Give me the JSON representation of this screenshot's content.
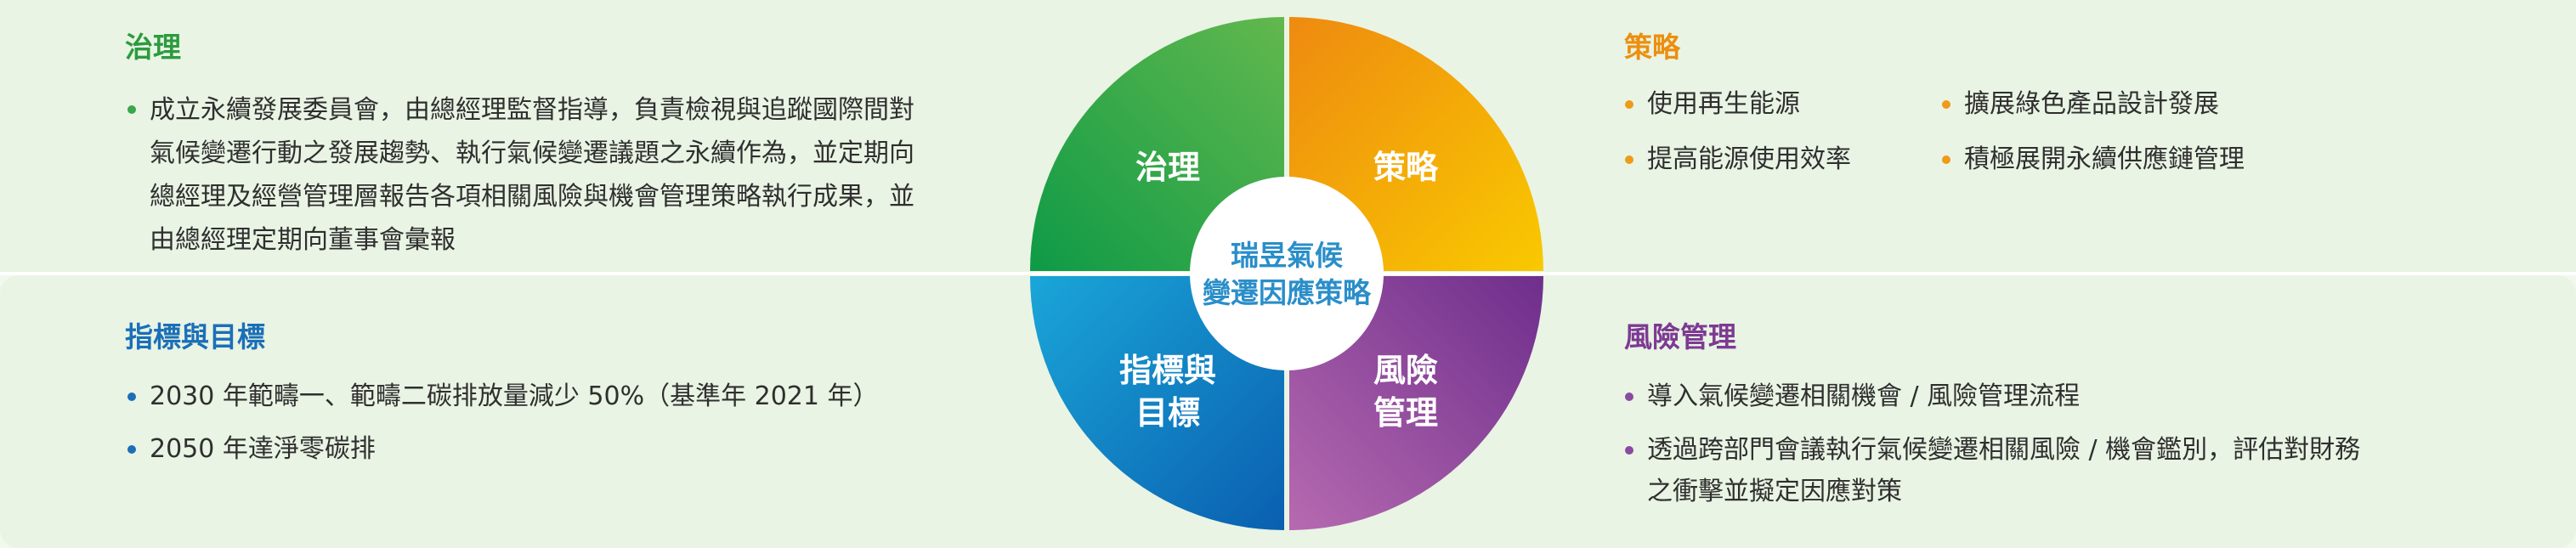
{
  "governance": {
    "title": "治理",
    "items": [
      "成立永續發展委員會，由總經理監督指導，負責檢視與追蹤國際間對氣候變遷行動之發展趨勢、執行氣候變遷議題之永續作為，並定期向總經理及經營管理層報告各項相關風險與機會管理策略執行成果，並由總經理定期向董事會彙報"
    ]
  },
  "strategy": {
    "title": "策略",
    "items": [
      "使用再生能源",
      "擴展綠色產品設計發展",
      "提高能源使用效率",
      "積極展開永續供應鏈管理"
    ]
  },
  "metrics": {
    "title": "指標與目標",
    "items": [
      "2030 年範疇一、範疇二碳排放量減少 50%（基準年 2021 年）",
      "2050 年達淨零碳排"
    ]
  },
  "risk": {
    "title": "風險管理",
    "items": [
      "導入氣候變遷相關機會 / 風險管理流程",
      "透過跨部門會議執行氣候變遷相關風險 / 機會鑑別，評估對財務",
      "之衝擊並擬定因應對策"
    ]
  },
  "wheel": {
    "center_line1": "瑞昱氣候",
    "center_line2": "變遷因應策略",
    "q_governance": "治理",
    "q_strategy": "策略",
    "q_metrics_line1": "指標與",
    "q_metrics_line2": "目標",
    "q_risk_line1": "風險",
    "q_risk_line2": "管理"
  },
  "colors": {
    "governance": "#2c9b3e",
    "strategy": "#ec8f0e",
    "metrics": "#1b6fb8",
    "risk": "#7d3a93",
    "center_text": "#2a8ec9"
  }
}
